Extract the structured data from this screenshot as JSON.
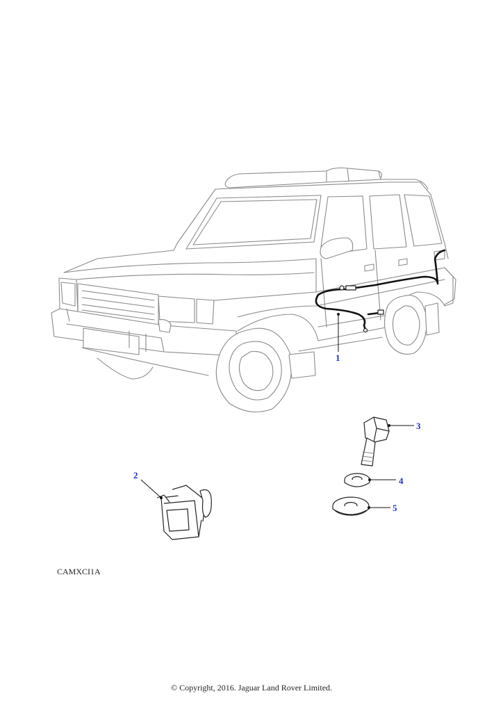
{
  "reference_code": "CAMXCI1A",
  "copyright": "© Copyright, 2016. Jaguar Land Rover Limited.",
  "callouts": [
    {
      "id": "callout-1",
      "label": "1"
    },
    {
      "id": "callout-2",
      "label": "2"
    },
    {
      "id": "callout-3",
      "label": "3"
    },
    {
      "id": "callout-4",
      "label": "4"
    },
    {
      "id": "callout-5",
      "label": "5"
    }
  ],
  "colors": {
    "callout": "#1a2fd6",
    "outline": "#8a8a8a",
    "harness": "#111111"
  }
}
